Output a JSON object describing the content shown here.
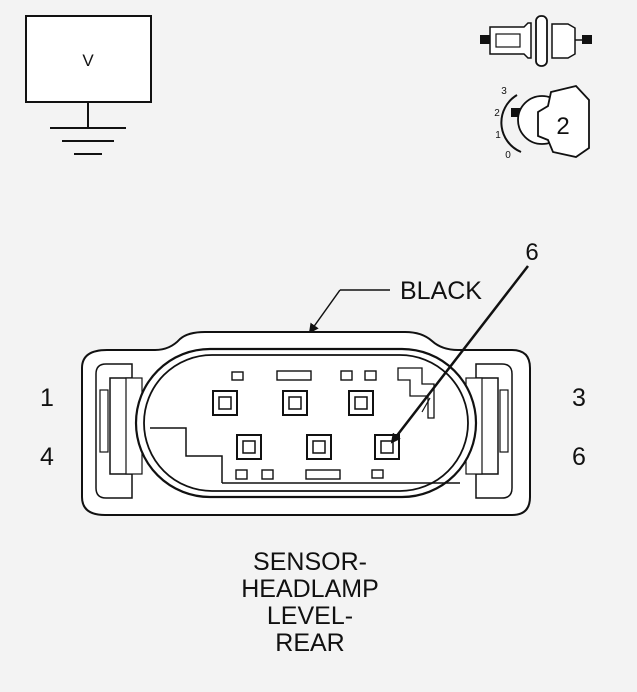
{
  "meter": {
    "symbol": "V"
  },
  "ignition": {
    "positions": [
      "3",
      "2",
      "1",
      "0"
    ],
    "key_position": "2"
  },
  "connector": {
    "color_label": "BLACK",
    "callout_pin": "6",
    "pin_labels": {
      "top_left": "1",
      "bottom_left": "4",
      "top_right": "3",
      "bottom_right": "6"
    }
  },
  "caption": {
    "lines": [
      "SENSOR-",
      "HEADLAMP",
      "LEVEL-",
      "REAR"
    ]
  },
  "colors": {
    "background": "#f3f3f3",
    "ink": "#111111",
    "panel": "#ffffff"
  }
}
